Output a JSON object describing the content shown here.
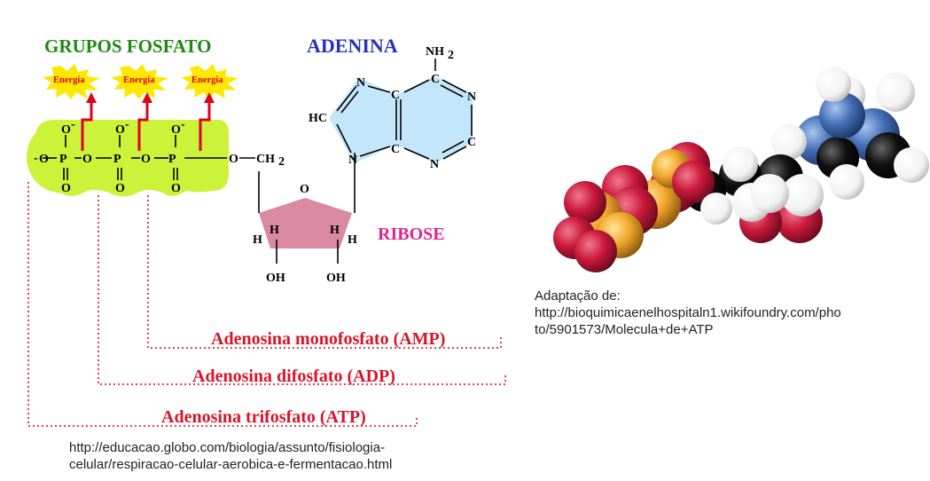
{
  "labels": {
    "phosphate_groups": "GRUPOS FOSFATO",
    "adenine": "ADENINA",
    "ribose": "RIBOSE",
    "energy": "Energia",
    "amp": "Adenosina monofosfato (AMP)",
    "adp": "Adenosina difosfato (ADP)",
    "atp": "Adenosina trifosfato (ATP)"
  },
  "atoms": {
    "o": "O",
    "o_minus": "O",
    "minus": "-",
    "p": "P",
    "o_ch2": "O",
    "ch2": "CH",
    "sub2": "2",
    "ring_o": "O",
    "h": "H",
    "oh": "OH",
    "n": "N",
    "c": "C",
    "hc": "HC",
    "nh2": "NH",
    "nh2_sub": "2"
  },
  "captions": {
    "left_line1": "http://educacao.globo.com/biologia/assunto/fisiologia-",
    "left_line2": "celular/respiracao-celular-aerobica-e-fermentacao.html",
    "right_line1": "Adaptação de:",
    "right_line2": "http://bioquimicaenelhospitaln1.wikifoundry.com/pho",
    "right_line3": "to/5901573/Molecula+de+ATP"
  },
  "colors": {
    "phosphate_bg": "#cdf23a",
    "energy_burst": "#ffe800",
    "adenine_ring": "#c4e6fb",
    "ribose_ring": "#d98aa0",
    "green_title": "#1f8a12",
    "blue_title": "#2533b8",
    "magenta_title": "#e0248e",
    "red_text": "#d9142a",
    "oxygen": "#cc1a3c",
    "phosphorus": "#f2a72b",
    "nitrogen": "#4470b8",
    "carbon": "#111111",
    "hydrogen": "#ffffff"
  }
}
